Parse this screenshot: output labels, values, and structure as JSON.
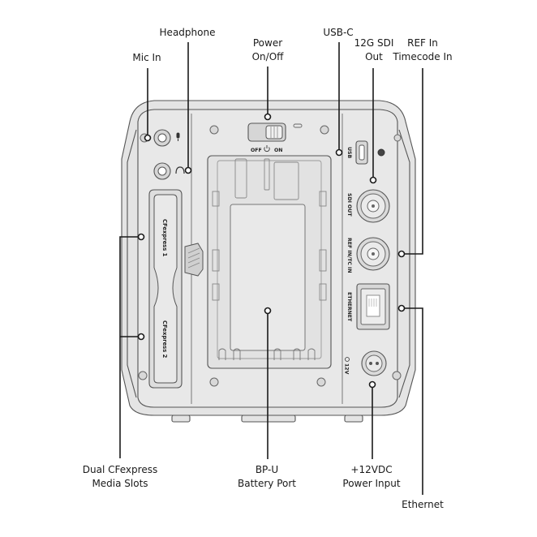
{
  "callouts": {
    "headphone": "Headphone",
    "power_l1": "Power",
    "power_l2": "On/Off",
    "usbc": "USB-C",
    "mic_in": "Mic In",
    "sdi_l1": "12G SDI",
    "sdi_l2": "Out",
    "ref_l1": "REF In",
    "ref_l2": "Timecode In",
    "media_l1": "Dual CFexpress",
    "media_l2": "Media Slots",
    "battery_l1": "BP-U",
    "battery_l2": "Battery Port",
    "dc_l1": "+12VDC",
    "dc_l2": "Power Input",
    "ethernet": "Ethernet"
  },
  "panel_labels": {
    "off": "OFF",
    "on": "ON",
    "usb": "USB",
    "sdi_out": "SDI OUT",
    "ref_in": "REF IN/TC IN",
    "ethernet": "ETHERNET",
    "dc": "12V",
    "slot1": "CFexpress 1",
    "slot2": "CFexpress 2"
  },
  "colors": {
    "line": "#1a1a1a",
    "body_fill": "#e4e4e4",
    "panel_fill": "#ececec",
    "outline": "#555555"
  }
}
